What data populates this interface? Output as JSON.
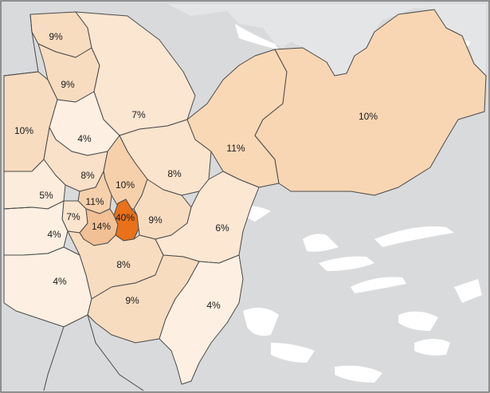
{
  "map": {
    "colors": {
      "background": "#d9dadb",
      "water": "#ffffff",
      "border": "#4a4a4a",
      "frame": "#6f6f6f"
    },
    "regions": [
      {
        "id": "northwest-islands-1",
        "label": "9%",
        "value": 9,
        "fill": "#f8dcc0"
      },
      {
        "id": "northwest-islands-2",
        "label": "9%",
        "value": 9,
        "fill": "#f8dcc0"
      },
      {
        "id": "north-coast",
        "label": "7%",
        "value": 7,
        "fill": "#fbe6d2"
      },
      {
        "id": "far-west",
        "label": "10%",
        "value": 10,
        "fill": "#f8dcc0"
      },
      {
        "id": "west-4",
        "label": "4%",
        "value": 4,
        "fill": "#fdf0e2"
      },
      {
        "id": "west-8",
        "label": "8%",
        "value": 8,
        "fill": "#f9e0c8"
      },
      {
        "id": "central-north-8",
        "label": "8%",
        "value": 8,
        "fill": "#fbe4cd"
      },
      {
        "id": "central-10",
        "label": "10%",
        "value": 10,
        "fill": "#f6d0ab"
      },
      {
        "id": "east-11",
        "label": "11%",
        "value": 11,
        "fill": "#f9d8b6"
      },
      {
        "id": "far-east",
        "label": "10%",
        "value": 10,
        "fill": "#f9d6b3"
      },
      {
        "id": "west-5",
        "label": "5%",
        "value": 5,
        "fill": "#fcecdb"
      },
      {
        "id": "west-11",
        "label": "11%",
        "value": 11,
        "fill": "#f6d0ab"
      },
      {
        "id": "west-7",
        "label": "7%",
        "value": 7,
        "fill": "#fbe4cd"
      },
      {
        "id": "center-hotspot",
        "label": "40%",
        "value": 40,
        "fill": "#e8711a"
      },
      {
        "id": "center-14",
        "label": "14%",
        "value": 14,
        "fill": "#f2c095"
      },
      {
        "id": "center-east-9",
        "label": "9%",
        "value": 9,
        "fill": "#f8dcc0"
      },
      {
        "id": "southwest-4a",
        "label": "4%",
        "value": 4,
        "fill": "#fdf0e2"
      },
      {
        "id": "southwest-4b",
        "label": "4%",
        "value": 4,
        "fill": "#fdf0e2"
      },
      {
        "id": "south-8",
        "label": "8%",
        "value": 8,
        "fill": "#f8dcc0"
      },
      {
        "id": "southeast-6",
        "label": "6%",
        "value": 6,
        "fill": "#fce7d3"
      },
      {
        "id": "south-9",
        "label": "9%",
        "value": 9,
        "fill": "#f8dcc0"
      },
      {
        "id": "southeast-4",
        "label": "4%",
        "value": 4,
        "fill": "#fdf0e2"
      }
    ]
  }
}
